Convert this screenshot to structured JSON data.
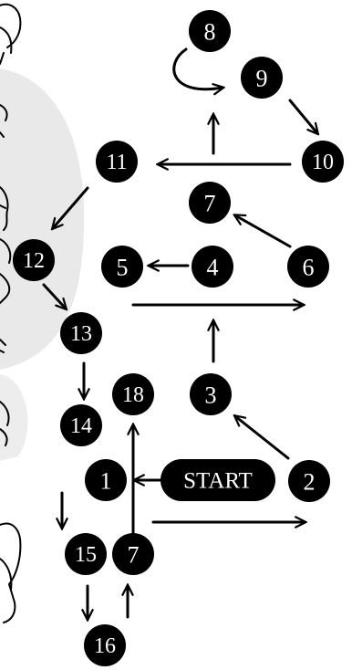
{
  "diagram": {
    "nodes": [
      {
        "id": "n8",
        "label": "8"
      },
      {
        "id": "n9",
        "label": "9"
      },
      {
        "id": "n10",
        "label": "10"
      },
      {
        "id": "n11",
        "label": "11"
      },
      {
        "id": "n7a",
        "label": "7"
      },
      {
        "id": "n5",
        "label": "5"
      },
      {
        "id": "n4",
        "label": "4"
      },
      {
        "id": "n6",
        "label": "6"
      },
      {
        "id": "n12",
        "label": "12"
      },
      {
        "id": "n13",
        "label": "13"
      },
      {
        "id": "n3",
        "label": "3"
      },
      {
        "id": "n18",
        "label": "18"
      },
      {
        "id": "n14",
        "label": "14"
      },
      {
        "id": "n1",
        "label": "1"
      },
      {
        "id": "nstart",
        "label": "START"
      },
      {
        "id": "n2",
        "label": "2"
      },
      {
        "id": "n15",
        "label": "15"
      },
      {
        "id": "n7b",
        "label": "7"
      },
      {
        "id": "n16",
        "label": "16"
      }
    ],
    "colors": {
      "node_fill": "#000000",
      "node_text": "#ffffff",
      "arrow": "#000000",
      "background": "#ffffff",
      "figure_shading": "#e6e6e6"
    }
  }
}
